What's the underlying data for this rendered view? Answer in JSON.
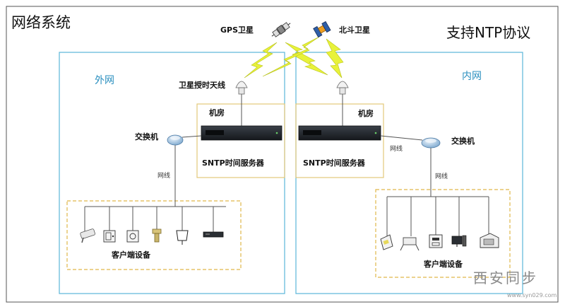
{
  "title": "网络系统",
  "protocol_note": "支持NTP协议",
  "zones": {
    "outer": "外网",
    "inner": "内网"
  },
  "satellites": {
    "gps": "GPS卫星",
    "beidou": "北斗卫星"
  },
  "antenna_label": "卫星授时天线",
  "server_room_label": "机房",
  "server_label": "SNTP时间服务器",
  "switch_label": "交换机",
  "cable_label": "网线",
  "client_group_label": "客户端设备",
  "watermark": {
    "brand": "西安同步",
    "url": "www.syn029.com"
  },
  "colors": {
    "zone_border": "#5bb6d8",
    "zone_text": "#2a8fbf",
    "room_border": "#e3c87a",
    "client_border": "#e0b84a",
    "lightning": "#e8f23a",
    "server_body": "#1e2328"
  },
  "outer_clients": [
    "camera-icon",
    "safe-icon",
    "safe-icon",
    "pump-icon",
    "display-stand-icon",
    "network-device-icon"
  ],
  "inner_clients": [
    "card-reader-icon",
    "turnstile-icon",
    "printer-icon",
    "computer-icon",
    "kiosk-icon"
  ]
}
